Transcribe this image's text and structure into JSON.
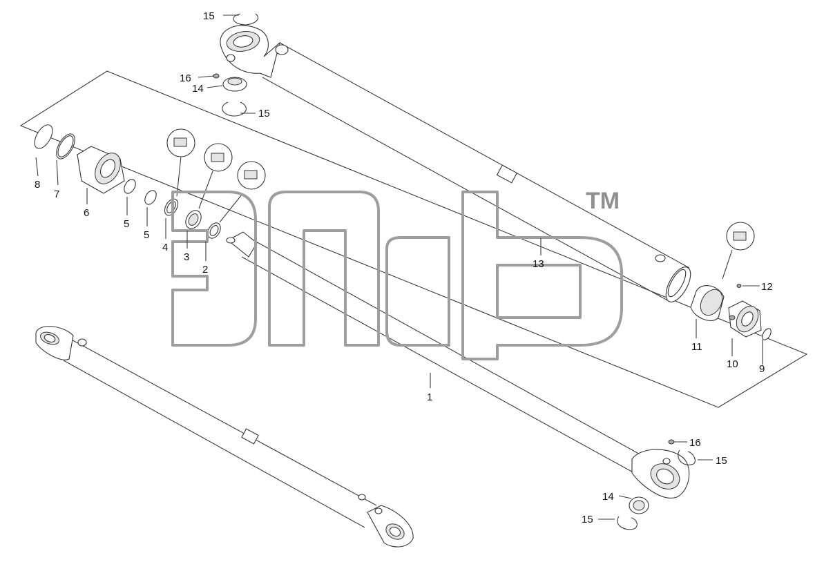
{
  "diagram": {
    "labels": {
      "l1": "1",
      "l2": "2",
      "l3": "3",
      "l4": "4",
      "l5a": "5",
      "l5b": "5",
      "l6": "6",
      "l7": "7",
      "l8": "8",
      "l9": "9",
      "l10": "10",
      "l11": "11",
      "l12": "12",
      "l13": "13",
      "l14a": "14",
      "l14b": "14",
      "l15a": "15",
      "l15b": "15",
      "l15c": "15",
      "l15d": "15",
      "l16a": "16",
      "l16b": "16"
    },
    "watermark": {
      "trademark": "TM"
    },
    "colors": {
      "line": "#333333",
      "watermark": "#9e9e9e",
      "background": "#ffffff"
    }
  }
}
